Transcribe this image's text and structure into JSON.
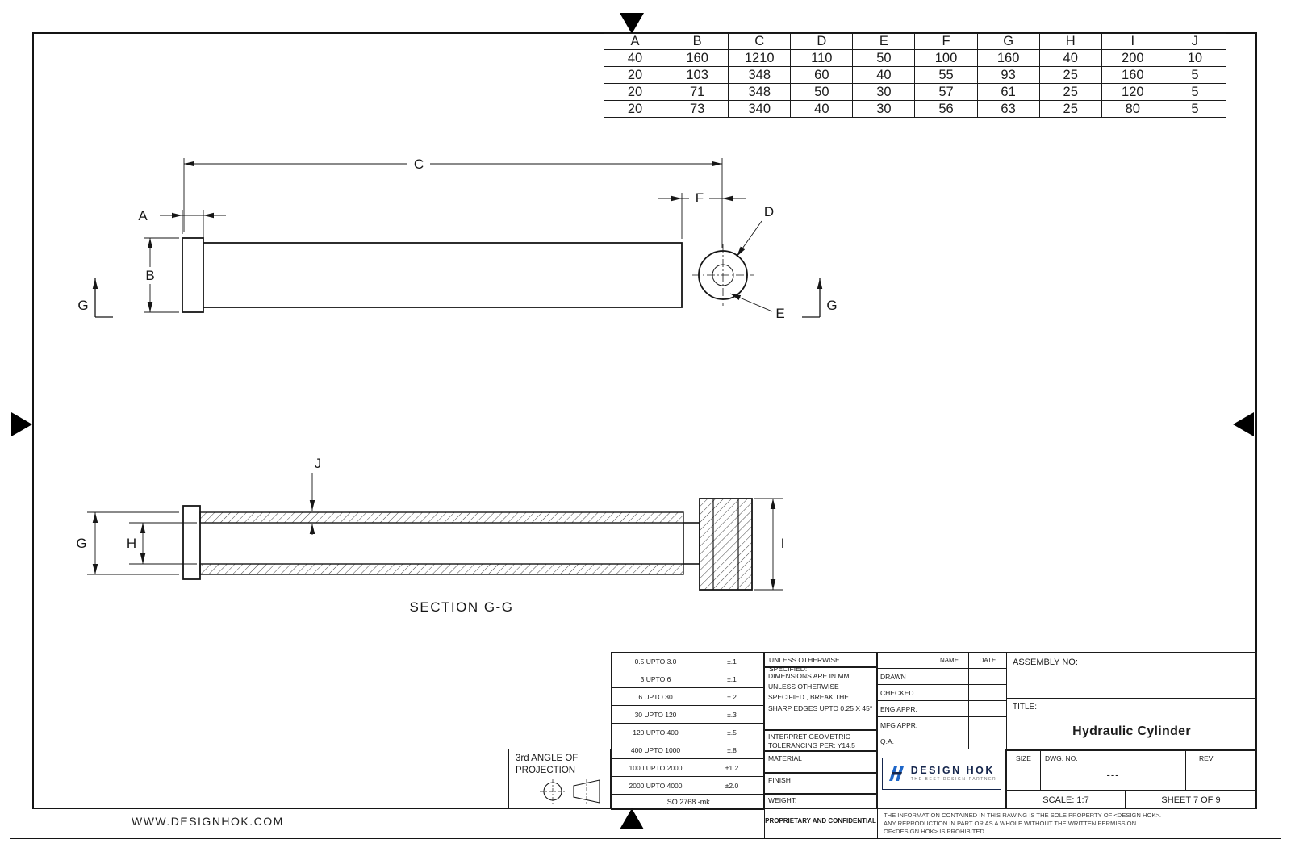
{
  "sheet": {
    "website": "WWW.DESIGNHOK.COM",
    "section_label": "SECTION G-G"
  },
  "dim_table": {
    "headers": [
      "A",
      "B",
      "C",
      "D",
      "E",
      "F",
      "G",
      "H",
      "I",
      "J"
    ],
    "rows": [
      [
        "40",
        "160",
        "1210",
        "110",
        "50",
        "100",
        "160",
        "40",
        "200",
        "10"
      ],
      [
        "20",
        "103",
        "348",
        "60",
        "40",
        "55",
        "93",
        "25",
        "160",
        "5"
      ],
      [
        "20",
        "71",
        "348",
        "50",
        "30",
        "57",
        "61",
        "25",
        "120",
        "5"
      ],
      [
        "20",
        "73",
        "340",
        "40",
        "30",
        "56",
        "63",
        "25",
        "80",
        "5"
      ]
    ]
  },
  "labels": {
    "A": "A",
    "B": "B",
    "C": "C",
    "D": "D",
    "E": "E",
    "F": "F",
    "G": "G",
    "H": "H",
    "I": "I",
    "J": "J"
  },
  "tolerances": {
    "rows": [
      {
        "range": "0.5 UPTO 3.0",
        "tol": "±.1"
      },
      {
        "range": "3 UPTO 6",
        "tol": "±.1"
      },
      {
        "range": "6 UPTO 30",
        "tol": "±.2"
      },
      {
        "range": "30 UPTO 120",
        "tol": "±.3"
      },
      {
        "range": "120 UPTO 400",
        "tol": "±.5"
      },
      {
        "range": "400 UPTO 1000",
        "tol": "±.8"
      },
      {
        "range": "1000 UPTO 2000",
        "tol": "±1.2"
      },
      {
        "range": "2000 UPTO 4000",
        "tol": "±2.0"
      }
    ],
    "standard": "ISO 2768 -mk"
  },
  "notes": {
    "unless": "UNLESS OTHERWISE SPECIFIED:",
    "dims": "DIMENSIONS ARE IN MM UNLESS OTHERWISE SPECIFIED , BREAK THE SHARP EDGES UPTO 0.25 X 45°",
    "interpret": "INTERPRET GEOMETRIC TOLERANCING PER: Y14.5",
    "material": "MATERIAL",
    "finish": "FINISH",
    "weight": "WEIGHT:"
  },
  "approvals": {
    "name_header": "NAME",
    "date_header": "DATE",
    "rows": [
      "DRAWN",
      "CHECKED",
      "ENG APPR.",
      "MFG APPR.",
      "Q.A."
    ]
  },
  "projection": {
    "line1": "3rd ANGLE OF",
    "line2": "PROJECTION"
  },
  "logo": {
    "name": "DESIGN HOK",
    "tagline": "THE BEST DESIGN PARTNER"
  },
  "title_block": {
    "assembly_label": "ASSEMBLY NO:",
    "title_label": "TITLE:",
    "title": "Hydraulic Cylinder",
    "size_label": "SIZE",
    "dwg_label": "DWG.  NO.",
    "dwg_no": "---",
    "rev_label": "REV",
    "scale": "SCALE: 1:7",
    "sheet": "SHEET 7 OF 9",
    "proprietary": "PROPRIETARY AND CONFIDENTIAL",
    "legal": "THE INFORMATION CONTAINED IN THIS RAWING IS THE SOLE PROPERTY OF <DESIGN HOK>.  ANY REPRODUCTION IN PART OR AS A WHOLE WITHOUT THE WRITTEN PERMISSION OF<DESIGN HOK> IS PROHIBITED."
  },
  "colors": {
    "line": "#161616",
    "accent_blue": "#1e66c8",
    "logo_navy": "#15264d"
  }
}
